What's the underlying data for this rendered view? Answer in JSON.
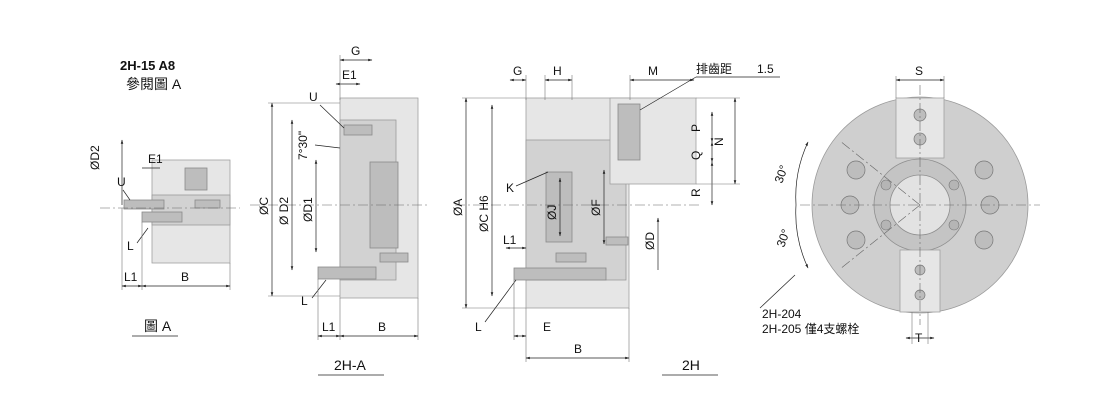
{
  "colors": {
    "body": "#d2d2d2",
    "dark": "#bdbdbd",
    "light": "#e6e6e6",
    "line": "#222222"
  },
  "figureA": {
    "model": "2H-15   A8",
    "ref": "參閱圖 A",
    "caption": "圖 A",
    "labels": {
      "d2": "ØD2",
      "e1": "E1",
      "u": "U",
      "l": "L",
      "l1": "L1",
      "b": "B"
    }
  },
  "fig2HA": {
    "caption": "2H-A",
    "labels": {
      "g": "G",
      "e1": "E1",
      "u": "U",
      "angle": "7°30\"",
      "d1": "ØD1",
      "c": "ØC",
      "d2": "Ø D2",
      "l": "L",
      "l1": "L1",
      "b": "B"
    }
  },
  "fig2H": {
    "caption": "2H",
    "labels": {
      "g": "G",
      "h": "H",
      "m": "M",
      "pitch": "排齒距",
      "pitch_value": "1.5",
      "p": "P",
      "n": "N",
      "q": "Q",
      "r": "R",
      "k": "K",
      "a": "ØA",
      "c": "ØC H6",
      "j": "ØJ",
      "f": "ØF",
      "d": "ØD",
      "l1": "L1",
      "l": "L",
      "e": "E",
      "b": "B"
    }
  },
  "frontView": {
    "labels": {
      "s": "S",
      "angle_top": "30°",
      "angle_left": "30°",
      "t": "T"
    },
    "note_line1": "2H-204",
    "note_line2": "2H-205  僅4支螺栓"
  }
}
